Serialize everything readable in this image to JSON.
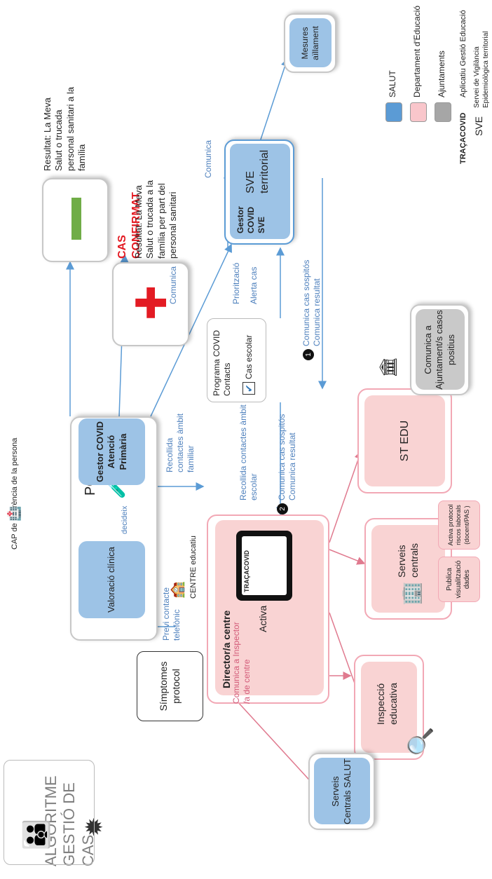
{
  "title": "ALGORITME GESTIÓ DE CAS",
  "nodes": {
    "simptomes": "Símptomes protocol",
    "previ_contacte": "Previ contacte telefònic",
    "cap_label": "CAP de referència de la persona",
    "valoracio": "Valoració clínica",
    "decideix": "decideix",
    "pcr": "PCR",
    "gestor_ap": "Gestor COVID Atenció Primària",
    "resultat_neg": "Resultat: La Meva Salut o trucada personal sanitari a la família",
    "resultat_neg_bold": "família",
    "cas_confirmat": "CAS CONFIRMAT",
    "resultat_pos": "Resultat: La Meva Salut o trucada a la família per part del personal sanitari",
    "resultat_pos_bold": "personal sanitari",
    "recollida_familiar": "Recollida contactes àmbit familiar",
    "programa": "Programa COVID Contacts",
    "cas_escolar": "Cas escolar",
    "prioritzacio": "Priorització",
    "alerta": "Alerta cas",
    "comunica_1": "Comunica",
    "comunica_2": "Comunica",
    "gestor_sve": "Gestor COVID SVE",
    "sve_territorial": "SVE territorial",
    "mesures": "Mesures aïllament",
    "centre_label": "CENTRE educatiu",
    "director": "Director/a centre",
    "activa": "Activa",
    "tracacovid": "TRAÇACOVID",
    "recollida_escolar": "Recollida contactes àmbit escolar",
    "comunica_sospitos_2": "Comunica cas sospitós",
    "comunica_resultat_2": "Comunica resultat",
    "comunica_sospitos_1": "Comunica cas sospitós",
    "comunica_resultat_1": "Comunica resultat",
    "num_1": "1",
    "num_2": "2",
    "st_edu": "ST EDU",
    "comunica_ajuntament": "Comunica a Ajuntament/s casos positius",
    "serveis_centrals": "Serveis centrals",
    "publica": "Publica visualització dades",
    "activa_protocol": "Activa protocol riscos laborals (docent/PAS )",
    "comunica_inspector": "Comunica a Inspector /a de centre",
    "inspeccio": "Inspecció educativa",
    "serveis_salut": "Serveis Centrals SALUT"
  },
  "legend": [
    {
      "label": "SALUT",
      "color": "#5b9bd5"
    },
    {
      "label": "Departament d'Educació",
      "color": "#f9c6cb"
    },
    {
      "label": "Ajuntaments",
      "color": "#a6a6a6"
    },
    {
      "label": "Aplicatiu Gestió Educació",
      "key": "TRAÇACOVID"
    },
    {
      "label": "Servei de Vigilància Epidemiològica territorial",
      "key": "SVE"
    }
  ],
  "colors": {
    "salut": "#9dc3e6",
    "educacio": "#f9d3d3",
    "ajuntament": "#c9c9c9",
    "rose_text": "#d35a78",
    "blue_text": "#4f81bd",
    "arrow_blue": "#5b9bd5",
    "arrow_pink": "#e07a8f",
    "red_cross": "#e31b23",
    "green_bar": "#70ad47"
  }
}
